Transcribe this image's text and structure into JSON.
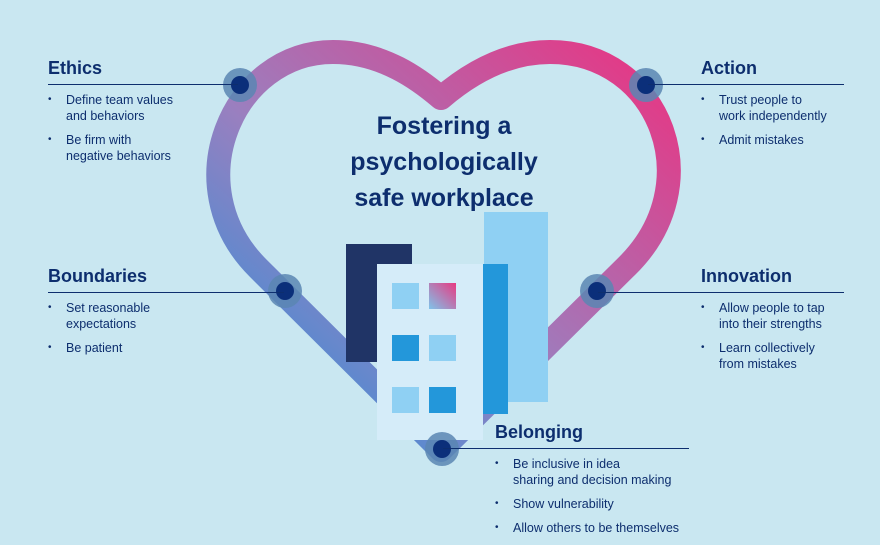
{
  "title": "Fostering a\npsychologically\nsafe workplace",
  "colors": {
    "background": "#c9e7f1",
    "text": "#0d2e6e",
    "heart_gradient_start": "#2a8fd8",
    "heart_gradient_end": "#e83a82",
    "node_outer": "#5b86b3",
    "node_inner": "#0b2f7a"
  },
  "sections": {
    "ethics": {
      "heading": "Ethics",
      "items": [
        "Define team values\nand behaviors",
        "Be firm with\nnegative  behaviors"
      ]
    },
    "action": {
      "heading": "Action",
      "items": [
        "Trust people to\nwork independently",
        "Admit mistakes"
      ]
    },
    "boundaries": {
      "heading": "Boundaries",
      "items": [
        "Set reasonable\nexpectations",
        "Be patient"
      ]
    },
    "innovation": {
      "heading": "Innovation",
      "items": [
        "Allow people  to tap\ninto their strengths",
        "Learn collectively\nfrom mistakes"
      ]
    },
    "belonging": {
      "heading": "Belonging",
      "items": [
        "Be inclusive in idea\nsharing and decision making",
        "Show vulnerability",
        "Allow others to be themselves"
      ]
    }
  },
  "icons": {
    "building": "office-building-icon",
    "heart": "heart-outline-icon"
  }
}
